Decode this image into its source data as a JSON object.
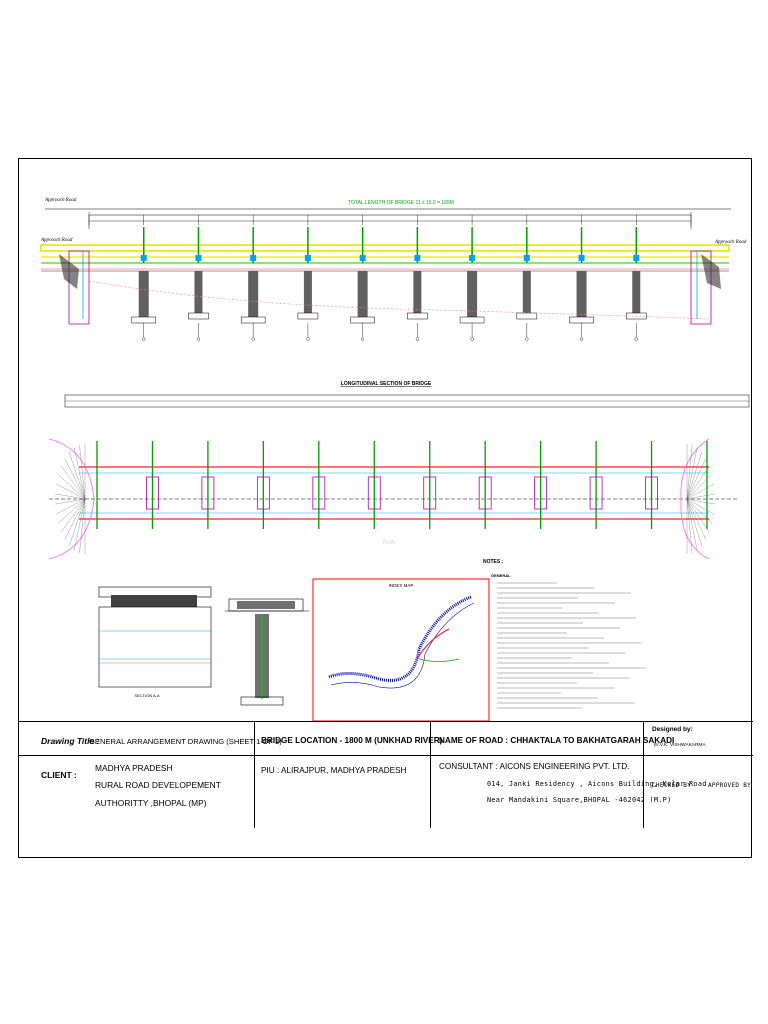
{
  "drawing": {
    "top_title": "TOTAL LENGTH OF BRIDGE 11 x 15.0 = 165M",
    "approach_left": "Approach Road",
    "approach_right": "Approach Road",
    "long_section_title": "LONGITUDINAL SECTION OF BRIDGE",
    "plan_title": "PLAN",
    "notes_heading": "NOTES :",
    "notes_general": "GENERAL",
    "index_map_title": "INDEX MAP",
    "section_label": "SECTION A-A"
  },
  "title_block": {
    "drawing_title_label": "Drawing Title :",
    "drawing_title_value": "GENERAL ARRANGEMENT DRAWING (SHEET 1 OF 2)",
    "bridge_location": "BRIDGE LOCATION - 1800 M (UNKHAD RIVER)",
    "name_of_road": "NAME OF ROAD : CHHAKTALA TO BAKHATGARAH SAKADI",
    "designed_by_label": "Designed by:",
    "designed_by_value": "Er.V.K. VISHWAKARMA",
    "client_label": "CLIENT :",
    "client_line1": "MADHYA PRADESH",
    "client_line2": "RURAL ROAD DEVELOPEMENT",
    "client_line3": "AUTHORITTY ,BHOPAL (MP)",
    "piu": "PIU :  ALIRAJPUR,  MADHYA PRADESH",
    "consultant": "CONSULTANT : AICONS ENGINEERING PVT. LTD.",
    "consultant_addr1": "014, Janki Residency , Aicons Building, Kolar Road",
    "consultant_addr2": "Near Mandakini Square,BHOPAL -462042 (M.P)",
    "checked_by": "CHECKED BY",
    "approved_by": "APPROVED BY"
  },
  "colors": {
    "deck": "#e6e600",
    "pier": "#606060",
    "girder": "#00a000",
    "bearing": "#00a0ff",
    "plan_edge": "#ff2020",
    "abutment": "#b000b0",
    "index_border": "#ff0000",
    "river": "#0000cc"
  }
}
